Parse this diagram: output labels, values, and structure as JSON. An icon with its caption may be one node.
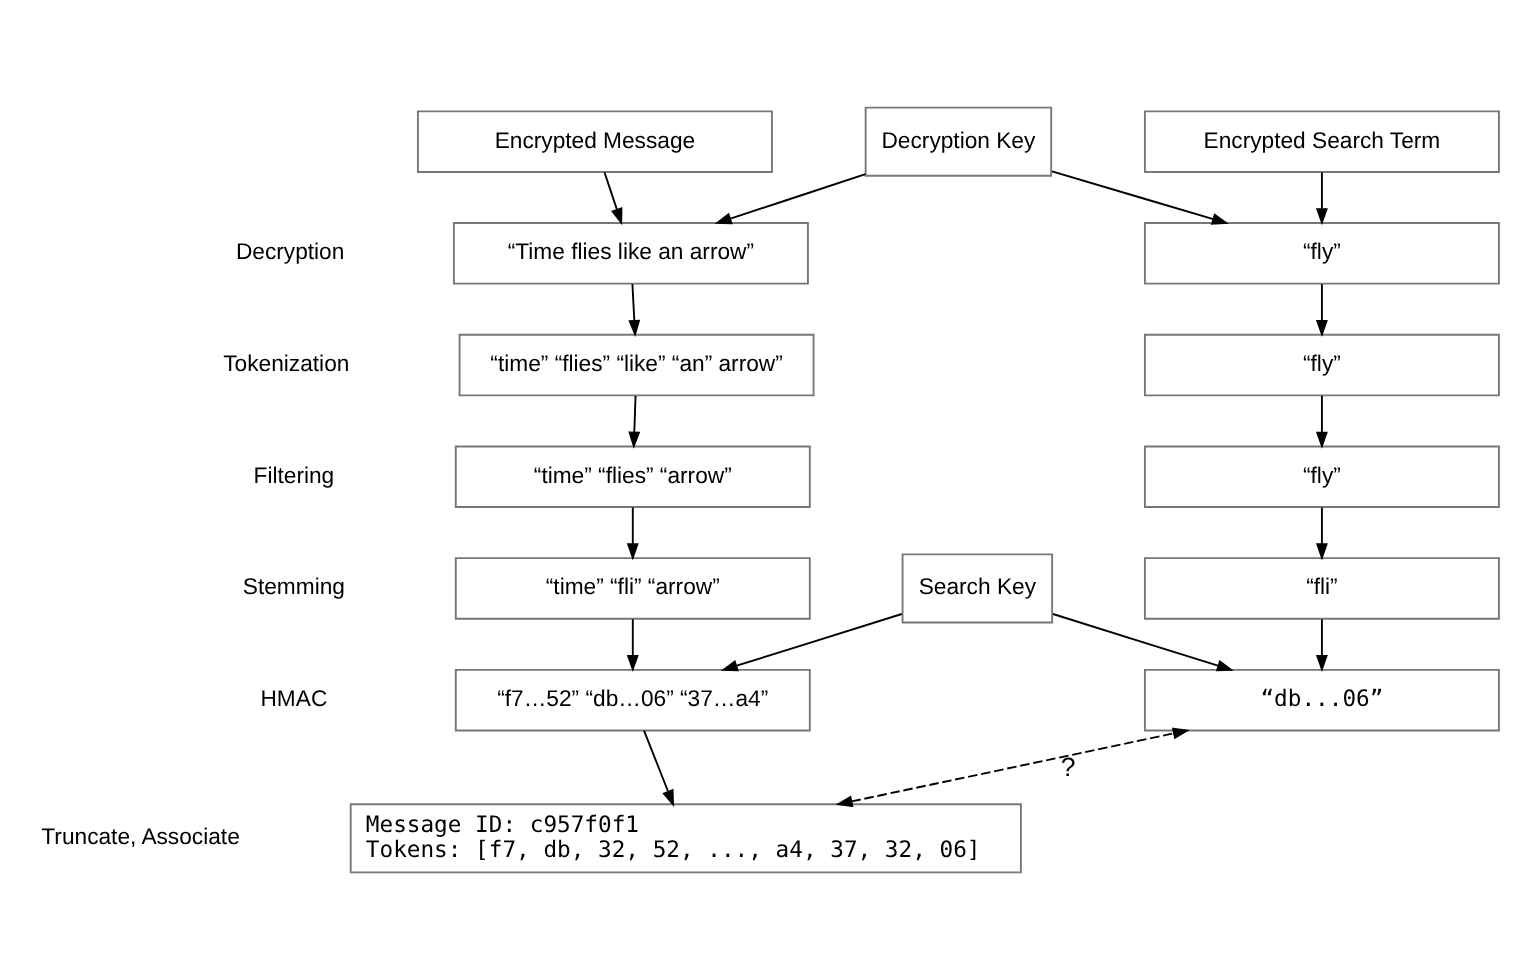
{
  "diagram": {
    "nodes": [
      {
        "text": [
          "Encrypted Message"
        ]
      },
      {
        "text": [
          "“Time flies like an arrow”"
        ]
      },
      {
        "text": [
          "“time” “flies” “like” “an” arrow”"
        ]
      },
      {
        "text": [
          "“time” “flies” “arrow”"
        ]
      },
      {
        "text": [
          "“time” “fli” “arrow”"
        ]
      },
      {
        "text": [
          "“f7…52” “db…06” “37…a4”"
        ]
      },
      {
        "text": [
          "Message ID: c957f0f1",
          "Tokens: [f7, db, 32, 52, ..., a4, 37, 32, 06]"
        ]
      },
      {
        "text": [
          "Encrypted Search Term"
        ]
      },
      {
        "text": [
          "“fly”"
        ]
      },
      {
        "text": [
          "“fly”"
        ]
      },
      {
        "text": [
          "“fly”"
        ]
      },
      {
        "text": [
          "“fli”"
        ]
      },
      {
        "text": [
          "“db...06”"
        ]
      },
      {
        "text": [
          "Decryption Key"
        ]
      },
      {
        "text": [
          "Search Key"
        ]
      }
    ],
    "edges": [
      {
        "from": 0,
        "to": 1,
        "arrow": "to"
      },
      {
        "from": 1,
        "to": 2,
        "arrow": "to"
      },
      {
        "from": 2,
        "to": 3,
        "arrow": "to"
      },
      {
        "from": 3,
        "to": 4,
        "arrow": "to"
      },
      {
        "from": 4,
        "to": 5,
        "arrow": "to"
      },
      {
        "from": 5,
        "to": 6,
        "arrow": "to"
      },
      {
        "from": 7,
        "to": 8,
        "arrow": "to"
      },
      {
        "from": 8,
        "to": 9,
        "arrow": "to"
      },
      {
        "from": 9,
        "to": 10,
        "arrow": "to"
      },
      {
        "from": 10,
        "to": 11,
        "arrow": "to"
      },
      {
        "from": 11,
        "to": 12,
        "arrow": "to"
      },
      {
        "from": 13,
        "to": 1,
        "arrow": "to"
      },
      {
        "from": 13,
        "to": 8,
        "arrow": "to"
      },
      {
        "from": 14,
        "to": 5,
        "arrow": "to"
      },
      {
        "from": 14,
        "to": 12,
        "arrow": "to"
      },
      {
        "from": 6,
        "to": 12,
        "arrow": "both",
        "style": "dashed",
        "label": "?"
      }
    ],
    "labels": [
      "Decryption",
      "Tokenization",
      "Filtering",
      "Stemming",
      "HMAC",
      "Truncate, Associate"
    ]
  }
}
